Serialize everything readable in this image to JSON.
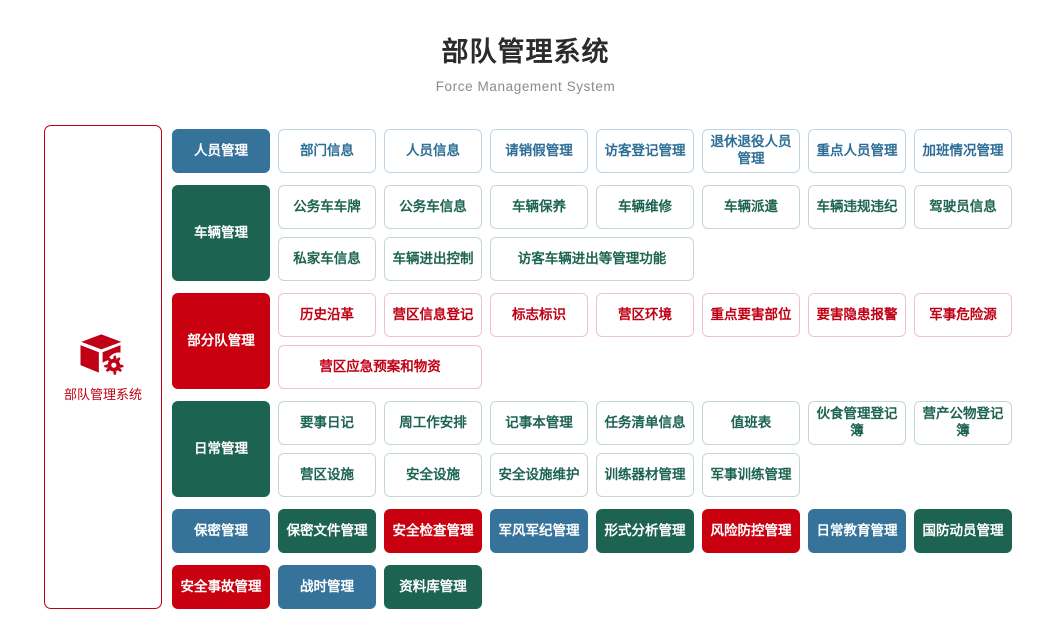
{
  "header": {
    "title_cn": "部队管理系统",
    "title_en": "Force Management System"
  },
  "sidebar": {
    "icon": "cube-gear-icon",
    "label": "部队管理系统",
    "accent": "#c00014"
  },
  "colors": {
    "blue": "#35739b",
    "green": "#1d6351",
    "red": "#c9000f",
    "blue_text": "#2d6e96",
    "green_text": "#1d6351",
    "red_text": "#c00014"
  },
  "rows": [
    {
      "category": "人员管理",
      "theme": "blue",
      "lines": [
        [
          "部门信息",
          "人员信息",
          "请销假管理",
          "访客登记管理",
          "退休退役人员管理",
          "重点人员管理",
          "加班情况管理"
        ]
      ]
    },
    {
      "category": "车辆管理",
      "theme": "green",
      "lines": [
        [
          "公务车车牌",
          "公务车信息",
          "车辆保养",
          "车辆维修",
          "车辆派遣",
          "车辆违规违纪",
          "驾驶员信息"
        ],
        [
          "私家车信息",
          "车辆进出控制",
          "访客车辆进出等管理功能"
        ]
      ]
    },
    {
      "category": "部分队管理",
      "theme": "red",
      "lines": [
        [
          "历史沿革",
          "营区信息登记",
          "标志标识",
          "营区环境",
          "重点要害部位",
          "要害隐患报警",
          "军事危险源"
        ],
        [
          "营区应急预案和物资"
        ]
      ]
    },
    {
      "category": "日常管理",
      "theme": "green",
      "lines": [
        [
          "要事日记",
          "周工作安排",
          "记事本管理",
          "任务清单信息",
          "值班表",
          "伙食管理登记簿",
          "营产公物登记簿"
        ],
        [
          "营区设施",
          "安全设施",
          "安全设施维护",
          "训练器材管理",
          "军事训练管理"
        ]
      ]
    }
  ],
  "mixed_row": {
    "category": "保密管理",
    "category_fill": "blue",
    "tiles": [
      {
        "label": "保密文件管理",
        "fill": "green"
      },
      {
        "label": "安全检查管理",
        "fill": "red"
      },
      {
        "label": "军风军纪管理",
        "fill": "blue"
      },
      {
        "label": "形式分析管理",
        "fill": "green"
      },
      {
        "label": "风险防控管理",
        "fill": "red"
      },
      {
        "label": "日常教育管理",
        "fill": "blue"
      },
      {
        "label": "国防动员管理",
        "fill": "green"
      }
    ]
  },
  "last_row": {
    "tiles": [
      {
        "label": "安全事故管理",
        "fill": "red"
      },
      {
        "label": "战时管理",
        "fill": "blue"
      },
      {
        "label": "资料库管理",
        "fill": "green"
      }
    ]
  }
}
